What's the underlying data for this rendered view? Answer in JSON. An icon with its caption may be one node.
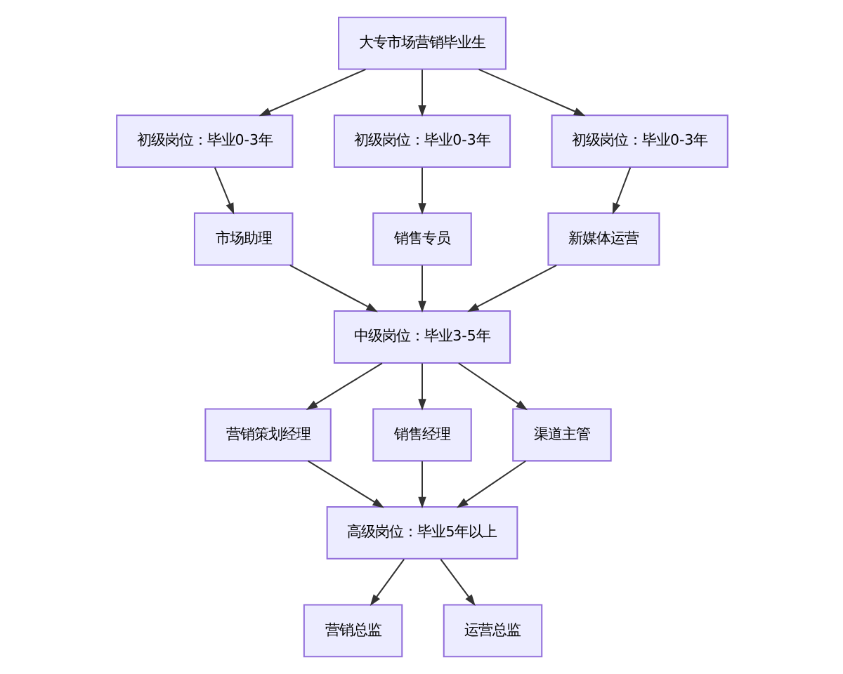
{
  "diagram": {
    "nodes": [
      {
        "text": [
          "大专市场营销毕业生"
        ]
      },
      {
        "text": [
          "初级岗位：毕业0-3年"
        ]
      },
      {
        "text": [
          "初级岗位：毕业0-3年"
        ]
      },
      {
        "text": [
          "初级岗位：毕业0-3年"
        ]
      },
      {
        "text": [
          "市场助理"
        ]
      },
      {
        "text": [
          "销售专员"
        ]
      },
      {
        "text": [
          "新媒体运营"
        ]
      },
      {
        "text": [
          "中级岗位：毕业3-5年"
        ]
      },
      {
        "text": [
          "营销策划经理"
        ]
      },
      {
        "text": [
          "销售经理"
        ]
      },
      {
        "text": [
          "渠道主管"
        ]
      },
      {
        "text": [
          "高级岗位：毕业5年以上"
        ]
      },
      {
        "text": [
          "营销总监"
        ]
      },
      {
        "text": [
          "运营总监"
        ]
      }
    ],
    "edges": [
      {
        "from": 0,
        "to": 1,
        "arrow": "to"
      },
      {
        "from": 0,
        "to": 2,
        "arrow": "to"
      },
      {
        "from": 0,
        "to": 3,
        "arrow": "to"
      },
      {
        "from": 1,
        "to": 4,
        "arrow": "to"
      },
      {
        "from": 2,
        "to": 5,
        "arrow": "to"
      },
      {
        "from": 3,
        "to": 6,
        "arrow": "to"
      },
      {
        "from": 4,
        "to": 7,
        "arrow": "to"
      },
      {
        "from": 5,
        "to": 7,
        "arrow": "to"
      },
      {
        "from": 6,
        "to": 7,
        "arrow": "to"
      },
      {
        "from": 7,
        "to": 8,
        "arrow": "to"
      },
      {
        "from": 7,
        "to": 9,
        "arrow": "to"
      },
      {
        "from": 7,
        "to": 10,
        "arrow": "to"
      },
      {
        "from": 8,
        "to": 11,
        "arrow": "to"
      },
      {
        "from": 9,
        "to": 11,
        "arrow": "to"
      },
      {
        "from": 10,
        "to": 11,
        "arrow": "to"
      },
      {
        "from": 11,
        "to": 12,
        "arrow": "to"
      },
      {
        "from": 11,
        "to": 13,
        "arrow": "to"
      }
    ]
  }
}
